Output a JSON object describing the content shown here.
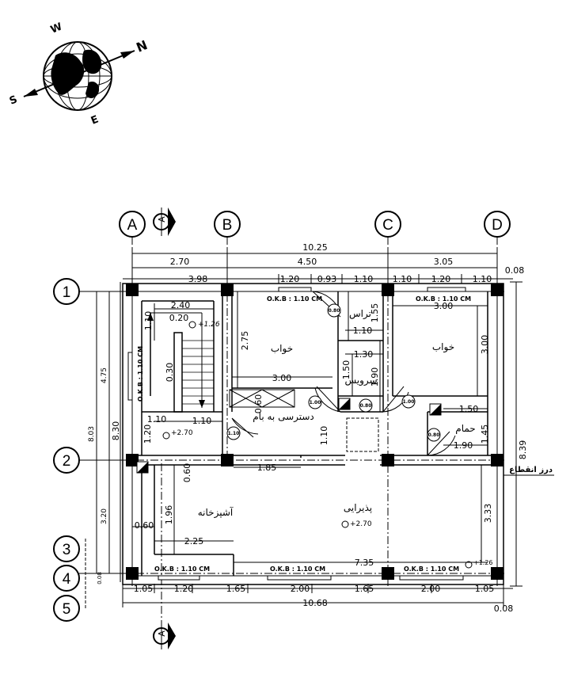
{
  "compass": {
    "north": "N",
    "south": "S",
    "east": "E",
    "west": "W"
  },
  "axes": {
    "a": "A",
    "b": "B",
    "c": "C",
    "d": "D",
    "r1": "1",
    "r2": "2",
    "r3": "3",
    "r4": "4",
    "r5": "5"
  },
  "section_mark": "A",
  "rooms": {
    "bedroom_left": "خواب",
    "bedroom_right": "خواب",
    "terrace": "تراس",
    "toilet": "سرویس",
    "roof_access": "دسترسی به بام",
    "bath": "حمام",
    "kitchen": "آشپزخانه",
    "reception": "پذیرایی",
    "expansion_joint": "درز انقطاع"
  },
  "levels": {
    "kitchen": "+2.70",
    "reception": "+2.70",
    "stair": "+1.26",
    "entry": "+1.26"
  },
  "windows": {
    "w1": "O.K.B : 1.10 CM",
    "w2": "O.K.B : 1.10 CM",
    "w3": "O.K.B : 1.10 CM",
    "w4": "O.K.B : 1.10 CM",
    "w5": "O.K.B : 1.10 CM",
    "w6": "O.K.B : 1.10 CM"
  },
  "doors": {
    "d1": "0.80",
    "d2": "1.00",
    "d3": "0.80",
    "d4": "1.00",
    "d5": "0.80",
    "d6": "1.10"
  },
  "dims": {
    "overall_top": "10.25",
    "top_ab": "2.70",
    "top_bc": "4.50",
    "top_cd": "3.05",
    "top_right_extra": "0.08",
    "top_w1": "3.98",
    "top_w2": "1.20",
    "top_w3": "0.93",
    "top_w4": "1.10",
    "top_w5": "1.10",
    "top_w6": "1.20",
    "top_w7": "1.10",
    "bot_1": "1.05",
    "bot_2": "1.20",
    "bot_3": "1.65",
    "bot_4": "2.00",
    "bot_5": "1.65",
    "bot_6": "2.00",
    "bot_7": "1.05",
    "overall_bot": "10.68",
    "bot_right_extra": "0.08",
    "left_overall": "8.03",
    "left_12": "4.75",
    "left_23": "3.20",
    "left_34": "0.08",
    "left_830": "8.30",
    "right_overall": "8.39",
    "stair_w": "2.40",
    "stair_020": "0.20",
    "stair_110": "1.10",
    "stair_030": "0.30",
    "stair_110b": "1.10",
    "stair_120": "1.20",
    "stair_110c": "1.10",
    "bed_h": "2.75",
    "bed_w": "3.00",
    "void_060": "0.60",
    "roof_110": "1.10",
    "roof_185": "1.85",
    "terrace_155": "1.55",
    "terrace_110": "1.10",
    "wc_130": "1.30",
    "wc_150": "1.50",
    "wc_190": "1.90",
    "bed2_w": "3.00",
    "bed2_h": "3.00",
    "bath_150": "1.50",
    "bath_145": "1.45",
    "bath_190": "1.90",
    "kit_060": "0.60",
    "kit_196": "1.96",
    "kit_060b": "0.60",
    "kit_225": "2.25",
    "rec_735": "7.35",
    "rec_333": "3.33"
  }
}
